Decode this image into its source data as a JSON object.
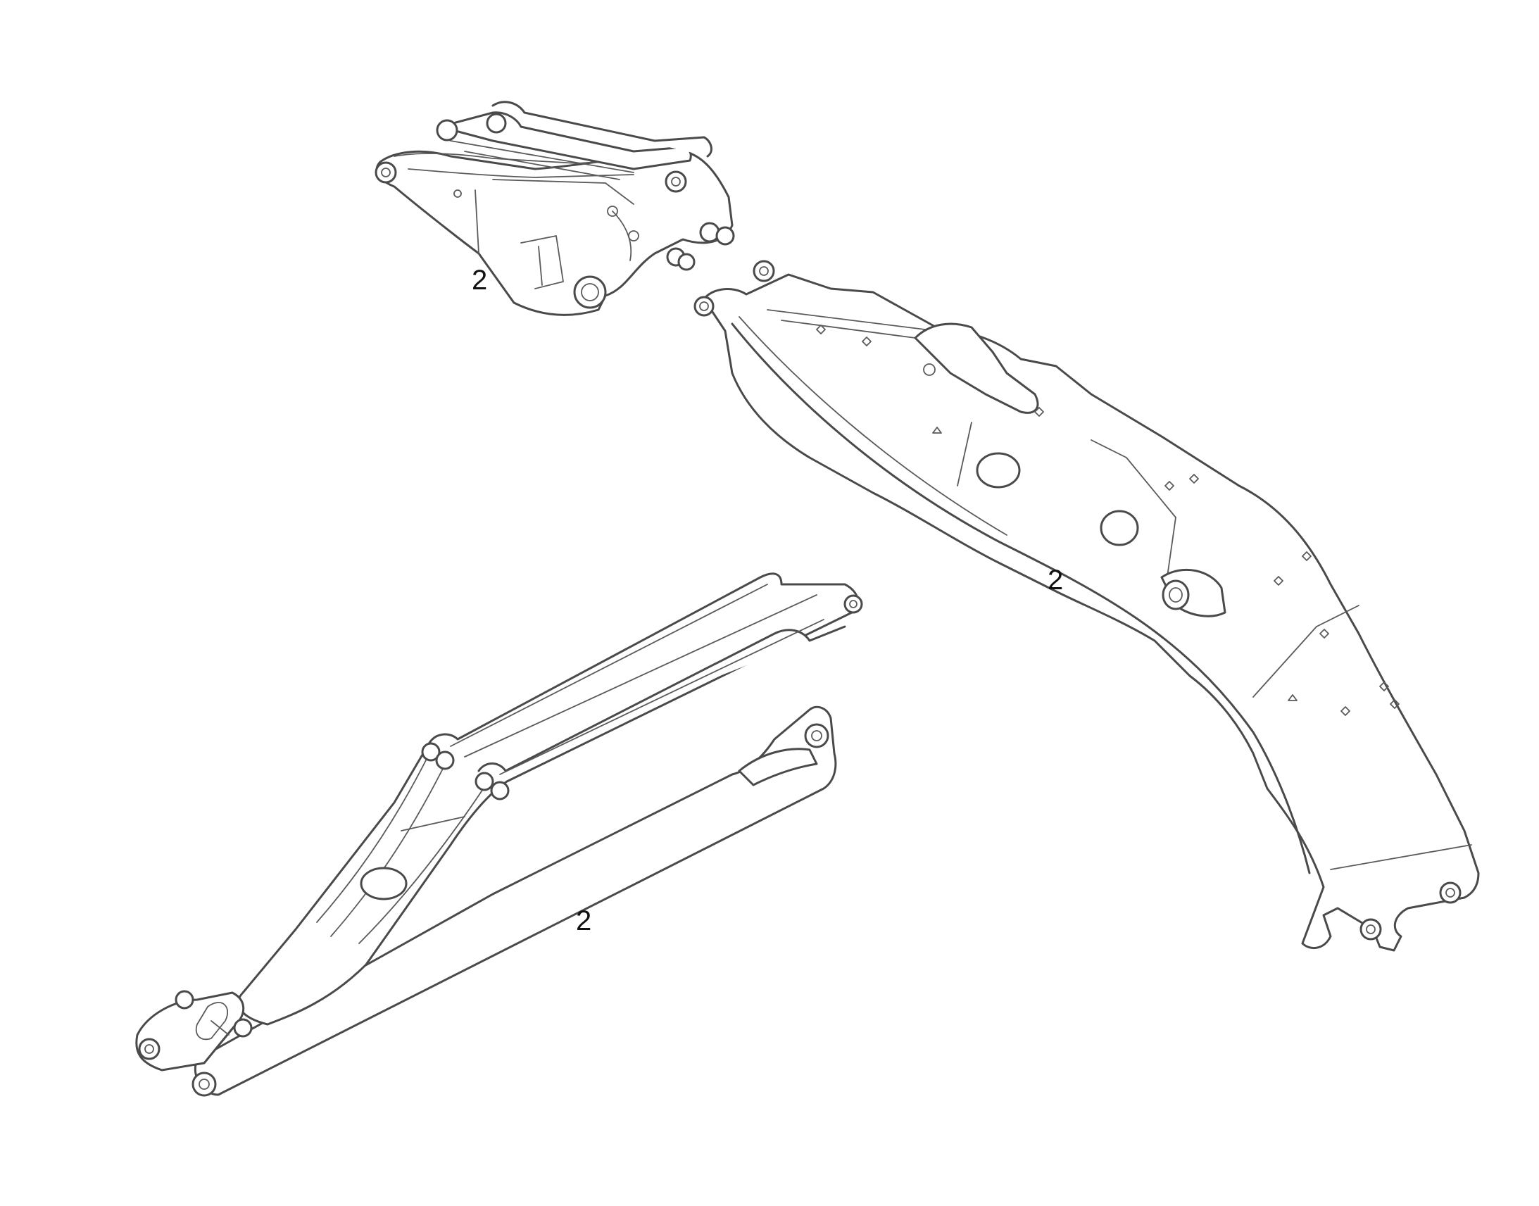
{
  "callouts": [
    {
      "label": "2"
    },
    {
      "label": "2"
    },
    {
      "label": "2"
    }
  ],
  "colors": {
    "background": "#ffffff",
    "line": "#4a4a4a",
    "text": "#111111"
  }
}
